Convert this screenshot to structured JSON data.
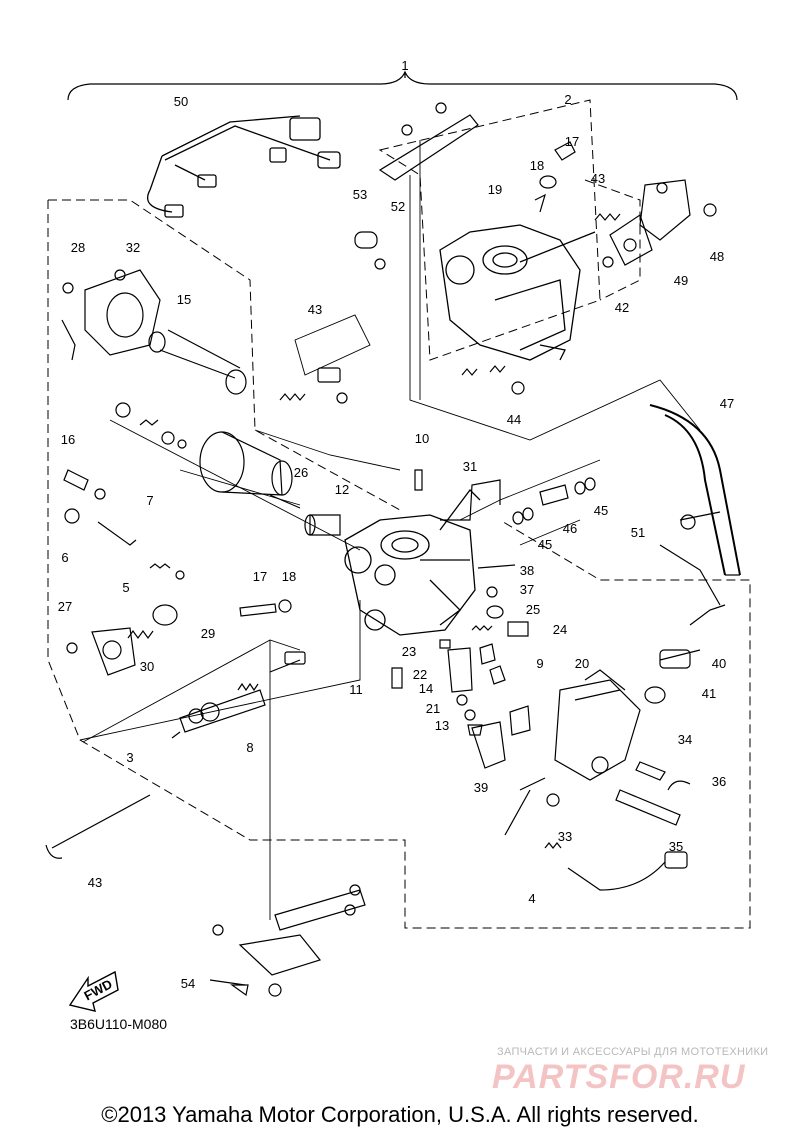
{
  "diagram": {
    "drawing_id": "3B6U110-M080",
    "copyright": "©2013 Yamaha Motor Corporation, U.S.A. All rights reserved.",
    "direction_label": "FWD",
    "callouts": [
      "1",
      "2",
      "3",
      "4",
      "5",
      "6",
      "7",
      "8",
      "9",
      "10",
      "11",
      "12",
      "13",
      "14",
      "15",
      "16",
      "17",
      "17",
      "18",
      "18",
      "19",
      "20",
      "21",
      "22",
      "23",
      "24",
      "25",
      "26",
      "27",
      "28",
      "29",
      "30",
      "31",
      "32",
      "33",
      "34",
      "35",
      "36",
      "37",
      "38",
      "39",
      "40",
      "41",
      "42",
      "43",
      "43",
      "43",
      "44",
      "45",
      "45",
      "46",
      "47",
      "48",
      "49",
      "50",
      "51",
      "52",
      "53",
      "54"
    ]
  },
  "watermark": {
    "tagline": "ЗАПЧАСТИ И АКСЕССУАРЫ ДЛЯ МОТОТЕХНИКИ",
    "logo_text": "PARTSFOR.RU",
    "color": "#f4c4c4"
  }
}
